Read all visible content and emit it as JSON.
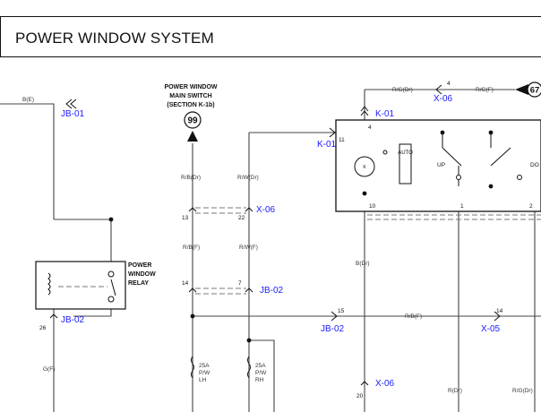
{
  "page": {
    "title": "POWER WINDOW SYSTEM"
  },
  "colors": {
    "wire": "#444444",
    "connector_label": "#1a1aff",
    "text": "#111111"
  },
  "main_switch": {
    "caption_line1": "POWER WINDOW",
    "caption_line2": "MAIN SWITCH",
    "caption_line3": "(SECTION K-1b)",
    "ref_number": "99",
    "auto_label": "AUTO",
    "up_label": "UP",
    "down_label_partial": "DO",
    "pin_top": "4",
    "pin_left_top": "11",
    "pin_bottom_left": "10",
    "pin_bottom_mid": "1",
    "pin_bottom_right": "2"
  },
  "relay": {
    "caption_line1": "POWER",
    "caption_line2": "WINDOW",
    "caption_line3": "RELAY"
  },
  "ref_67": "67",
  "connectors": {
    "jb01": "JB-01",
    "k01_top": "K-01",
    "k01_left": "K-01",
    "x06_top": "X-06",
    "x06_mid": "X-06",
    "x06_bottom": "X-06",
    "jb02_left": "JB-02",
    "jb02_mid": "JB-02",
    "jb02_lower": "JB-02",
    "x05": "X-05"
  },
  "pins": {
    "x06_top_pin": "4",
    "jb02_left_pin": "26",
    "x06_mid_left": "13",
    "x06_mid_right": "22",
    "jb02_mid_left": "14",
    "jb02_mid_right": "7",
    "jb02_lower_pin": "15",
    "x05_pin": "14",
    "x06_bottom_pin": "20"
  },
  "wires": {
    "b_e": "B(E)",
    "rg_dr_top": "R/G(Dr)",
    "rg_f_top": "R/G(F)",
    "rb_dr": "R/B(Dr)",
    "rw_dr": "R/W(Dr)",
    "rb_f": "R/B(F)",
    "rw_f": "R/W(F)",
    "b_dr": "B(Dr)",
    "g_f": "G(F)",
    "rb_f_bus": "R/B(F)",
    "r_dr": "R(Dr)",
    "rg_dr_bottom": "R/G(Dr)"
  },
  "fuses": {
    "lh_rating": "25A",
    "lh_type": "P/W",
    "lh_side": "LH",
    "rh_rating": "25A",
    "rh_type": "P/W",
    "rh_side": "RH"
  }
}
